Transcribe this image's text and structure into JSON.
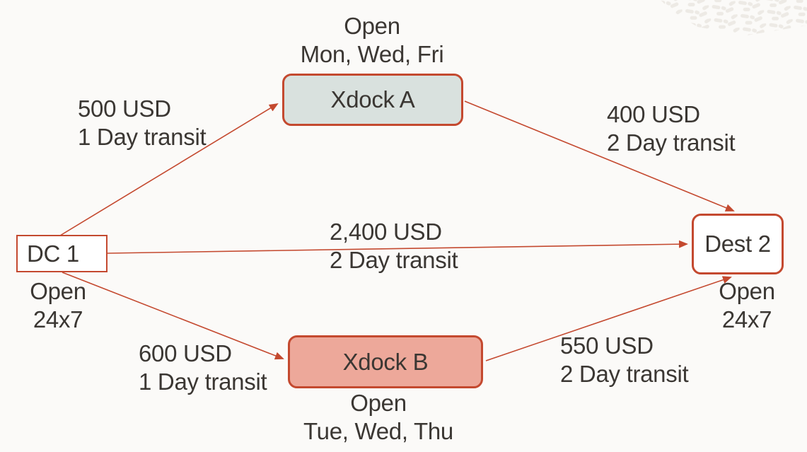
{
  "diagram": {
    "nodes": {
      "dc1": {
        "label": "DC 1",
        "schedule_line1": "Open",
        "schedule_line2": "24x7",
        "fill": "#FFFFFF"
      },
      "xdock_a": {
        "label": "Xdock A",
        "schedule_line1": "Open",
        "schedule_line2": "Mon, Wed, Fri",
        "fill": "#D9E1DE"
      },
      "xdock_b": {
        "label": "Xdock B",
        "schedule_line1": "Open",
        "schedule_line2": "Tue, Wed, Thu",
        "fill": "#EDA89A"
      },
      "dest2": {
        "label": "Dest 2",
        "schedule_line1": "Open",
        "schedule_line2": "24x7",
        "fill": "#FFFFFF"
      }
    },
    "edges": {
      "dc1_to_xdock_a": {
        "cost": "500 USD",
        "transit": "1 Day transit"
      },
      "dc1_to_dest2": {
        "cost": "2,400 USD",
        "transit": "2 Day transit"
      },
      "dc1_to_xdock_b": {
        "cost": "600 USD",
        "transit": "1 Day transit"
      },
      "xdock_a_to_dest2": {
        "cost": "400 USD",
        "transit": "2 Day transit"
      },
      "xdock_b_to_dest2": {
        "cost": "550 USD",
        "transit": "2 Day transit"
      }
    },
    "colors": {
      "accent_red": "#C4492F",
      "background": "#FBFAF8",
      "text": "#3B3733",
      "xdock_a_fill": "#D9E1DE",
      "xdock_b_fill": "#EDA89A"
    }
  }
}
